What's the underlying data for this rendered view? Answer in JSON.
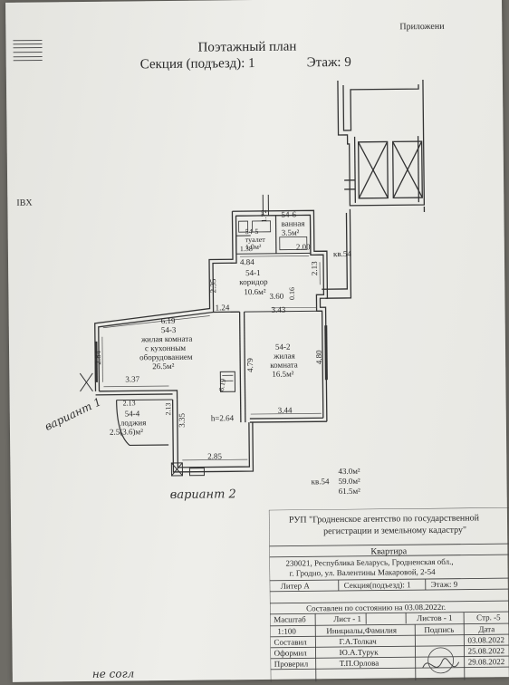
{
  "header": {
    "corner_label": "Приложени",
    "title": "Поэтажный план",
    "section": "Секция (подъезд): 1",
    "floor": "Этаж: 9",
    "side_label": "IBX"
  },
  "rooms": [
    {
      "code": "54-6",
      "name": "ванная",
      "area": "3.5м²"
    },
    {
      "code": "54-5",
      "name": "туалет",
      "area": "1.0м²"
    },
    {
      "code": "54-1",
      "name": "коридор",
      "area": "10.6м²"
    },
    {
      "code": "54-3",
      "name1": "жилая комната",
      "name2": "с кухонным",
      "name3": "оборудованием",
      "area": "26.5м²"
    },
    {
      "code": "54-2",
      "name1": "жилая",
      "name2": "комната",
      "area": "16.5м²"
    },
    {
      "code": "54-4",
      "name": "лоджия",
      "area": "2.5(3.6)м²"
    }
  ],
  "dims": {
    "d1_38": "1.38",
    "d1_72": "1.72",
    "d2_00": "2.00",
    "d4_84": "4.84",
    "d2_13a": "2.13",
    "d2_35": "2.35",
    "d0_16": "0.16",
    "d3_60": "3.60",
    "d1_24": "1.24",
    "d3_43": "3.43",
    "d6_19": "6.19",
    "d2_84": "2.84",
    "d4_79": "4.79",
    "d4_80": "4.80",
    "d6_19v": "6.19",
    "d3_37": "3.37",
    "d2_13b": "2.13",
    "d2_13c": "2.13",
    "d3_35": "3.35",
    "h": "h=2.64",
    "d3_44": "3.44",
    "d2_85": "2.85"
  },
  "apartment_label": "кв.54",
  "totals": {
    "label": "кв.54",
    "a1": "43.0м²",
    "a2": "59.0м²",
    "a3": "61.5м²"
  },
  "handwriting": {
    "variant1": "вариант 1",
    "variant2": "вариант 2",
    "bottom": "не согл"
  },
  "stamp": {
    "org1": "РУП \"Гродненское агентство по государственной",
    "org2": "регистрации и земельному кадастру\"",
    "type": "Квартира",
    "addr1": "230021, Республика Беларусь, Гродненская обл.,",
    "addr2": "г. Гродно, ул. Валентины Макаровой, 2-54",
    "litera": "Литер А",
    "section": "Секция(подъезд): 1",
    "floor": "Этаж: 9",
    "composed": "Составлен по состоянию на 03.08.2022г.",
    "scale_h": "Масштаб",
    "sheet_h": "Лист - 1",
    "sheets_h": "Листов - 1",
    "page_h": "Стр. -5",
    "scale": "1:100",
    "initials_h": "Инициалы,Фамилия",
    "sign_h": "Подпись",
    "date_h": "Дата",
    "r1_role": "Составил",
    "r1_name": "Г.А.Толкач",
    "r1_date": "03.08.2022",
    "r2_role": "Оформил",
    "r2_name": "Ю.А.Турук",
    "r2_date": "25.08.2022",
    "r3_role": "Проверил",
    "r3_name": "Т.П.Орлова",
    "r3_date": "29.08.2022"
  }
}
